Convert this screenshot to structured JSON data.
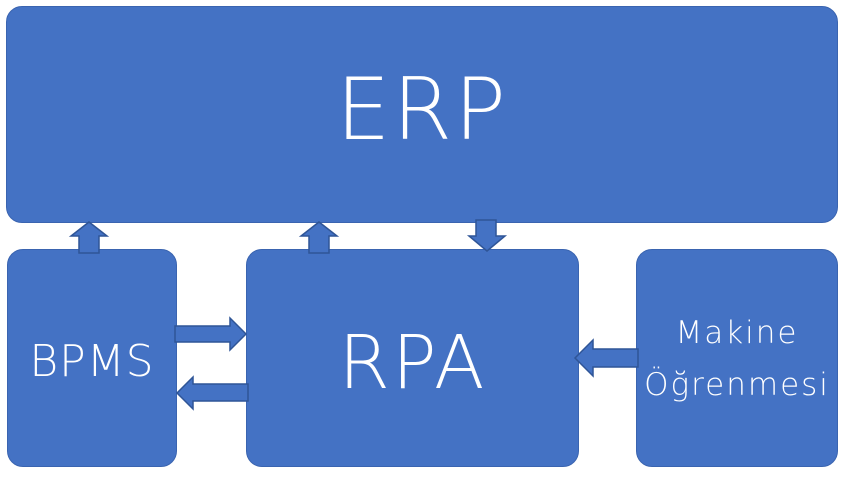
{
  "diagram": {
    "colors": {
      "box_fill": "#4472c4",
      "arrow_fill": "#4472c4",
      "arrow_stroke": "#2f5597",
      "text": "#ffffff"
    },
    "nodes": {
      "erp": {
        "label": "ERP"
      },
      "bpms": {
        "label": "BPMS"
      },
      "rpa": {
        "label": "RPA"
      },
      "ml": {
        "label_line1": "Makine",
        "label_line2": "Öğrenmesi"
      }
    },
    "edges": [
      {
        "from": "BPMS",
        "to": "ERP"
      },
      {
        "from": "RPA",
        "to": "ERP"
      },
      {
        "from": "ERP",
        "to": "RPA"
      },
      {
        "from": "BPMS",
        "to": "RPA"
      },
      {
        "from": "RPA",
        "to": "BPMS"
      },
      {
        "from": "Makine Öğrenmesi",
        "to": "RPA"
      }
    ]
  }
}
